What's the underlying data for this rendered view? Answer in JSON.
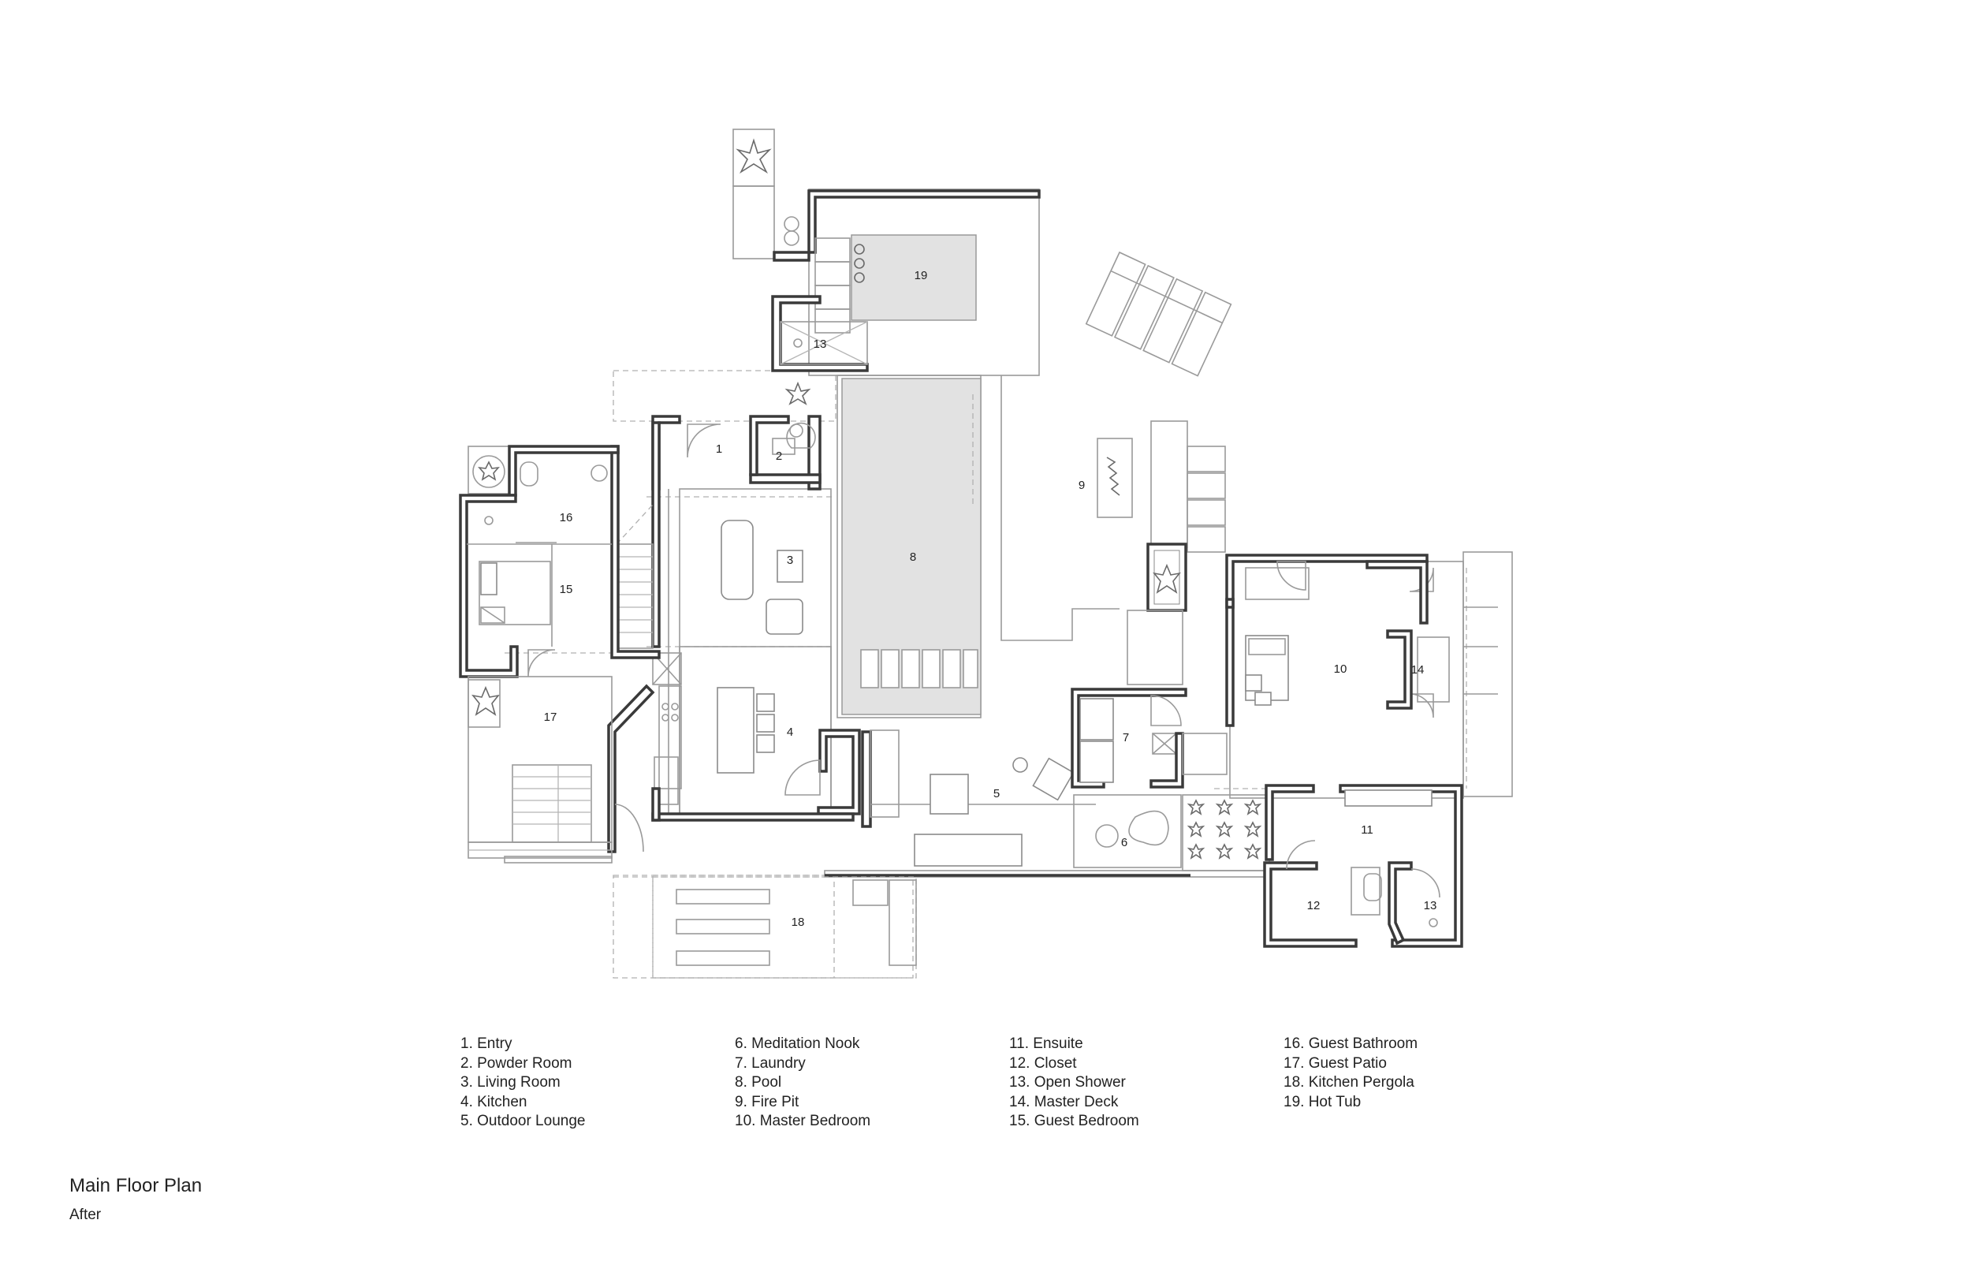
{
  "title": "Main Floor Plan",
  "subtitle": "After",
  "legend": {
    "col1": [
      "1. Entry",
      "2. Powder Room",
      "3. Living Room",
      "4. Kitchen",
      "5. Outdoor Lounge"
    ],
    "col2": [
      "6. Meditation Nook",
      "7. Laundry",
      "8. Pool",
      "9. Fire Pit",
      "10. Master Bedroom"
    ],
    "col3": [
      "11. Ensuite",
      "12. Closet",
      "13. Open Shower",
      "14. Master Deck",
      "15. Guest Bedroom"
    ],
    "col4": [
      "16. Guest Bathroom",
      "17. Guest Patio",
      "18. Kitchen Pergola",
      "19. Hot Tub"
    ]
  },
  "rooms": {
    "r1": "1",
    "r2": "2",
    "r3": "3",
    "r4": "4",
    "r5": "5",
    "r6": "6",
    "r7": "7",
    "r8": "8",
    "r9": "9",
    "r10": "10",
    "r11": "11",
    "r12": "12",
    "r13a": "13",
    "r13b": "13",
    "r14": "14",
    "r15": "15",
    "r16": "16",
    "r17": "17",
    "r18": "18",
    "r19": "19"
  },
  "colors": {
    "wall": "#3a3a3a",
    "pool": "#e2e2e2",
    "line": "#9a9a9a"
  }
}
